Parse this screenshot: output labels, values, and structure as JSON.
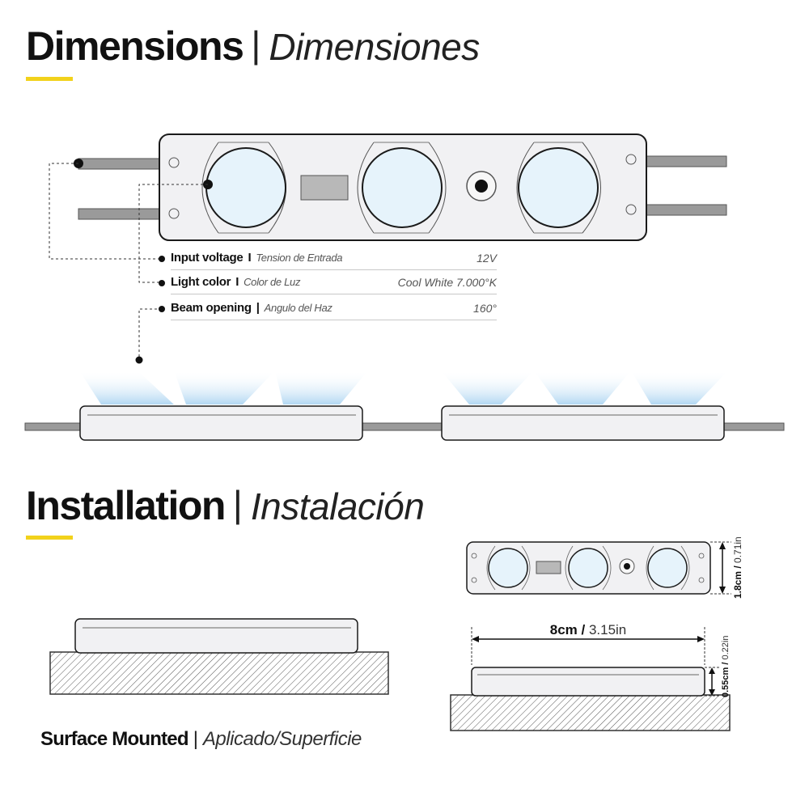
{
  "dimensions_heading": {
    "title": "Dimensions",
    "separator": "|",
    "subtitle": "Dimensiones"
  },
  "installation_heading": {
    "title": "Installation",
    "separator": "|",
    "subtitle": "Instalación"
  },
  "specs": [
    {
      "label": "Input voltage",
      "separator": "I",
      "sublabel": "Tension de Entrada",
      "value": "12V"
    },
    {
      "label": "Light color",
      "separator": "I",
      "sublabel": "Color de Luz",
      "value": "Cool White 7.000°K"
    },
    {
      "label": "Beam opening",
      "separator": "|",
      "sublabel": "Angulo del Haz",
      "value": "160°"
    }
  ],
  "measurements": {
    "height_metric": "1.8cm",
    "height_sep": " /",
    "height_imperial": " 0.71in",
    "length_metric": "8cm",
    "length_sep": " /",
    "length_imperial": " 3.15in",
    "depth_metric": "0.55cm",
    "depth_sep": " /",
    "depth_imperial": " 0.22in"
  },
  "caption": {
    "title": "Surface Mounted",
    "separator": "|",
    "subtitle": "Aplicado/Superficie"
  },
  "colors": {
    "accent": "#f2d21b",
    "lens": "#e6f3fb",
    "beam": "#bfe0f6",
    "housing": "#f1f1f3",
    "wire": "#9a9a9a"
  }
}
